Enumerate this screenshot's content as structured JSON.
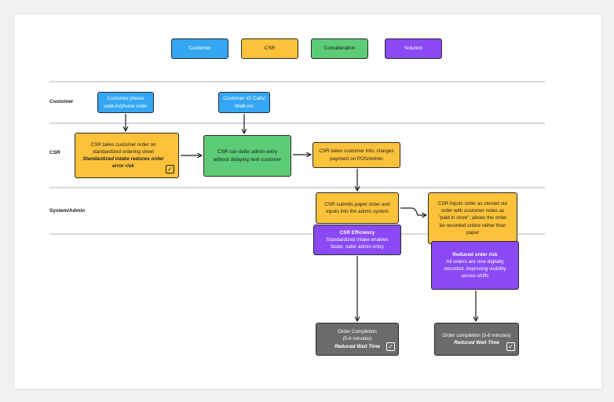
{
  "legend": {
    "customer": "Customer",
    "csr": "CSR",
    "consideration": "Consideration",
    "solution": "Solution"
  },
  "lanes": {
    "customer": "Customer",
    "csr": "CSR",
    "system": "System/Admin"
  },
  "nodes": {
    "customer_places": {
      "line1": "Customer places",
      "line2": "walk-in/phone order"
    },
    "customer_2": {
      "line1": "Customer #2 Calls/",
      "line2": "Walk-ins"
    },
    "csr_takes_order": {
      "line1": "CSR takes customer order on",
      "line2": "standardized ordering sheet",
      "line3": "Standardized intake reduces order",
      "line4": "error risk"
    },
    "csr_defer": {
      "line1": "CSR can defer admin entry",
      "line2": "without delaying next customer"
    },
    "csr_charges": {
      "line1": "CSR takes customer info, charges",
      "line2": "payment on POS/Admin"
    },
    "csr_submits": {
      "line1": "CSR submits paper order and",
      "line2": "inputs into the admin system"
    },
    "csr_inputs_zeroed": {
      "line1": "CSR inputs order as zeroed out",
      "line2": "order with customer notes as",
      "line3": "\"paid in store\", allows the order",
      "line4": "be recorded online rather than",
      "line5": "paper"
    },
    "csr_efficiency": {
      "title": "CSR Efficiency",
      "line1": "Standardized intake enables",
      "line2": "faster, safer admin entry"
    },
    "reduced_risk": {
      "title": "Reduced order risk",
      "line1": "All orders are now digitally",
      "line2": "recorded, improving visibility",
      "line3": "across shifts"
    },
    "completion_1": {
      "line1": "Order Completion",
      "line2": "(5-6 minutes)",
      "line3": "Reduced Wait Time"
    },
    "completion_2": {
      "line1": "Order completion (5-6 minutes)",
      "line2": "Reduced Wait Time"
    }
  },
  "checkmark": "✓",
  "colors": {
    "customer": "#35a7f2",
    "csr": "#fcc23a",
    "consideration": "#5ccc76",
    "solution": "#8a49f4",
    "completion": "#6b6b6b"
  }
}
